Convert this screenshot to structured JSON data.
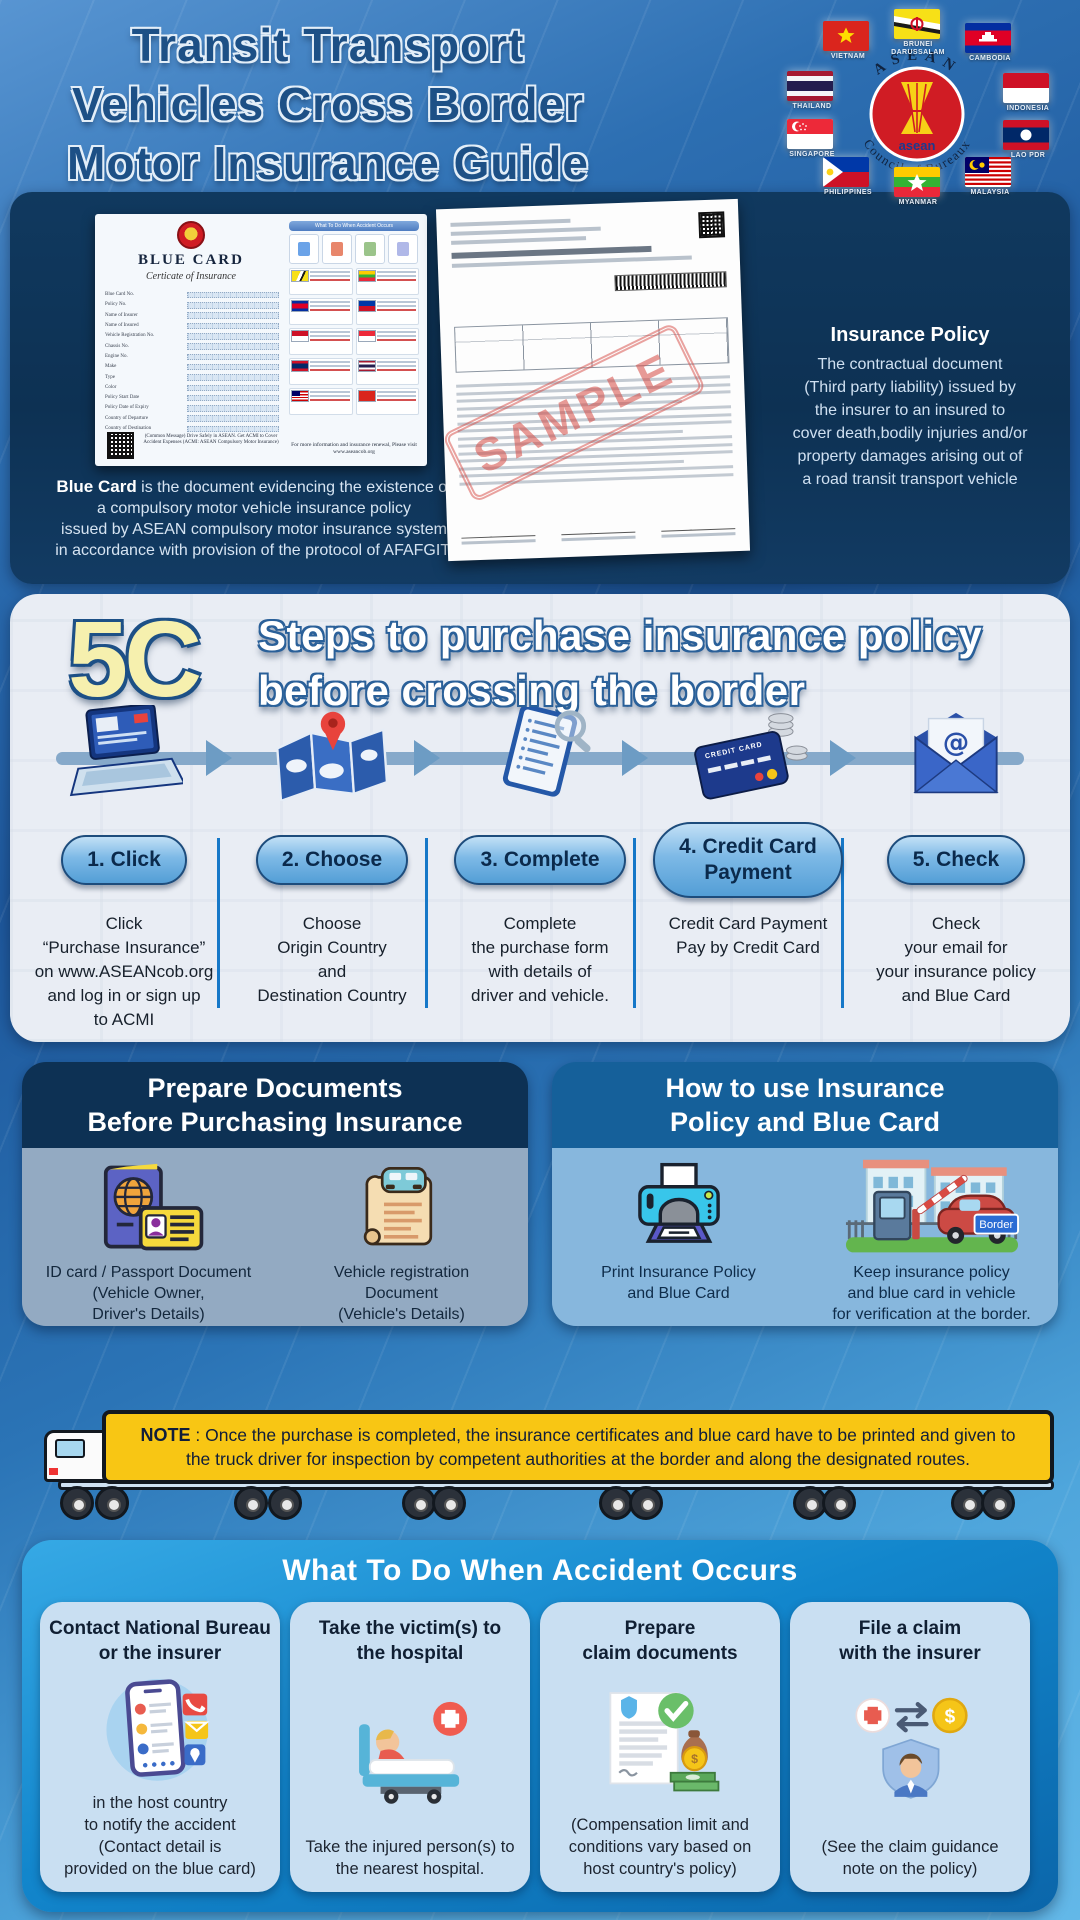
{
  "header": {
    "title": "Transit Transport\nVehicles Cross Border\nMotor Insurance Guide",
    "logo": {
      "arc_top": "ASEAN",
      "arc_bottom": "Council of Bureaux",
      "center_label": "asean"
    },
    "flags": [
      {
        "name": "vietnam",
        "label": "VIETNAM"
      },
      {
        "name": "brunei-darussalam",
        "label": "BRUNEI DARUSSALAM"
      },
      {
        "name": "cambodia",
        "label": "CAMBODIA"
      },
      {
        "name": "thailand",
        "label": "THAILAND"
      },
      {
        "name": "indonesia",
        "label": "INDONESIA"
      },
      {
        "name": "singapore",
        "label": "SINGAPORE"
      },
      {
        "name": "lao-pdr",
        "label": "LAO PDR"
      },
      {
        "name": "philippines",
        "label": "PHILIPPINES"
      },
      {
        "name": "myanmar",
        "label": "MYANMAR"
      },
      {
        "name": "malaysia",
        "label": "MALAYSIA"
      }
    ]
  },
  "documents": {
    "blue_card_doc": {
      "title": "BLUE CARD",
      "subtitle": "Certicate of Insurance",
      "fields": [
        "Blue Card No.",
        "Policy No.",
        "Name of Insurer",
        "Name of Insured",
        "Vehicle Registration No.",
        "Chassis No.",
        "Engine No.",
        "Make",
        "Type",
        "Color",
        "Policy Start Date",
        "Policy Date of Expiry",
        "Country of Departure",
        "Country of Destination"
      ],
      "accident_header": "What To Do When Accident Occurs",
      "qr_note": "(Common Message) Drive Safely in ASEAN. Get ACMI to Cover Accident Expenses (ACMI: ASEAN Compulsory Motor Insurance)",
      "footer_note": "For more information and insurance renewal, Please visit www.aseancob.org"
    },
    "blue_card_caption": {
      "bold": "Blue Card",
      "line1_rest": " is the document evidencing the existence of",
      "rest": "a compulsory motor vehicle insurance policy\nissued by ASEAN compulsory motor insurance system\nin accordance with provision of the protocol of AFAFGIT."
    },
    "policy": {
      "stamp": "SAMPLE",
      "title": "Insurance Policy",
      "description": "The contractual document\n(Third party liability) issued by\nthe insurer to an insured to\ncover death,bodily injuries and/or\nproperty damages arising out of\na road transit transport vehicle"
    }
  },
  "steps": {
    "badge": "5C",
    "heading": "Steps to purchase insurance policy\nbefore crossing the border",
    "items": [
      {
        "icon": "laptop-icon",
        "label": "1. Click",
        "desc": "Click\n“Purchase Insurance”\non www.ASEANcob.org\nand log in or sign up\nto ACMI"
      },
      {
        "icon": "map-location-icon",
        "label": "2. Choose",
        "desc": "Choose\nOrigin Country\nand\nDestination Country"
      },
      {
        "icon": "purchase-form-icon",
        "label": "3. Complete",
        "desc": "Complete\nthe purchase form\nwith details of\ndriver and vehicle."
      },
      {
        "icon": "credit-card-icon",
        "label": "4. Credit Card\nPayment",
        "desc": "Credit Card Payment\nPay by Credit Card",
        "card_text": "CREDIT CARD"
      },
      {
        "icon": "email-icon",
        "label": "5. Check",
        "desc": "Check\nyour email for\nyour insurance policy\nand Blue Card"
      }
    ]
  },
  "prepare": {
    "title": "Prepare Documents\nBefore Purchasing Insurance",
    "items": [
      {
        "icon": "passport-id-icon",
        "caption": "ID card / Passport Document\n(Vehicle Owner,\nDriver's Details)"
      },
      {
        "icon": "vehicle-registration-icon",
        "caption": "Vehicle registration\nDocument\n(Vehicle's Details)"
      }
    ]
  },
  "usage": {
    "title": "How to use Insurance\nPolicy and Blue Card",
    "items": [
      {
        "icon": "printer-icon",
        "caption": "Print Insurance Policy\nand Blue Card"
      },
      {
        "icon": "border-checkpoint-icon",
        "caption": "Keep insurance policy\nand blue card in vehicle\nfor verification at the border."
      }
    ],
    "border_sign": "Border"
  },
  "note": {
    "label": "NOTE",
    "text": " : Once the purchase is completed, the insurance certificates and blue card have to be printed and given to the truck driver for inspection by competent authorities at the border and along the designated routes."
  },
  "accident": {
    "title": "What To Do When Accident Occurs",
    "cards": [
      {
        "icon": "phone-contact-icon",
        "title": "Contact National Bureau\nor the insurer",
        "desc": "in the host country\nto notify the accident\n(Contact detail is\nprovided on the blue card)"
      },
      {
        "icon": "hospital-bed-icon",
        "title": "Take the victim(s) to\nthe hospital",
        "desc": "Take the injured person(s) to\nthe nearest hospital."
      },
      {
        "icon": "claim-documents-icon",
        "title": "Prepare\nclaim documents",
        "desc": "(Compensation limit and\nconditions vary based on\nhost country's policy)"
      },
      {
        "icon": "claim-insurer-icon",
        "title": "File a claim\nwith the insurer",
        "desc": "(See the claim guidance\nnote on the policy)"
      }
    ]
  },
  "colors": {
    "header_blue": "#2d6fb2",
    "panel_navy": "#0d3153",
    "panel_light": "#e9edf4",
    "pill_blue": "#539ed6",
    "accent_yellow": "#f8c614",
    "accident_blue": "#1286cc",
    "card_light_blue": "#c9dff2",
    "stamp_red": "#d54842",
    "badge_cream": "#f6f0ae"
  }
}
